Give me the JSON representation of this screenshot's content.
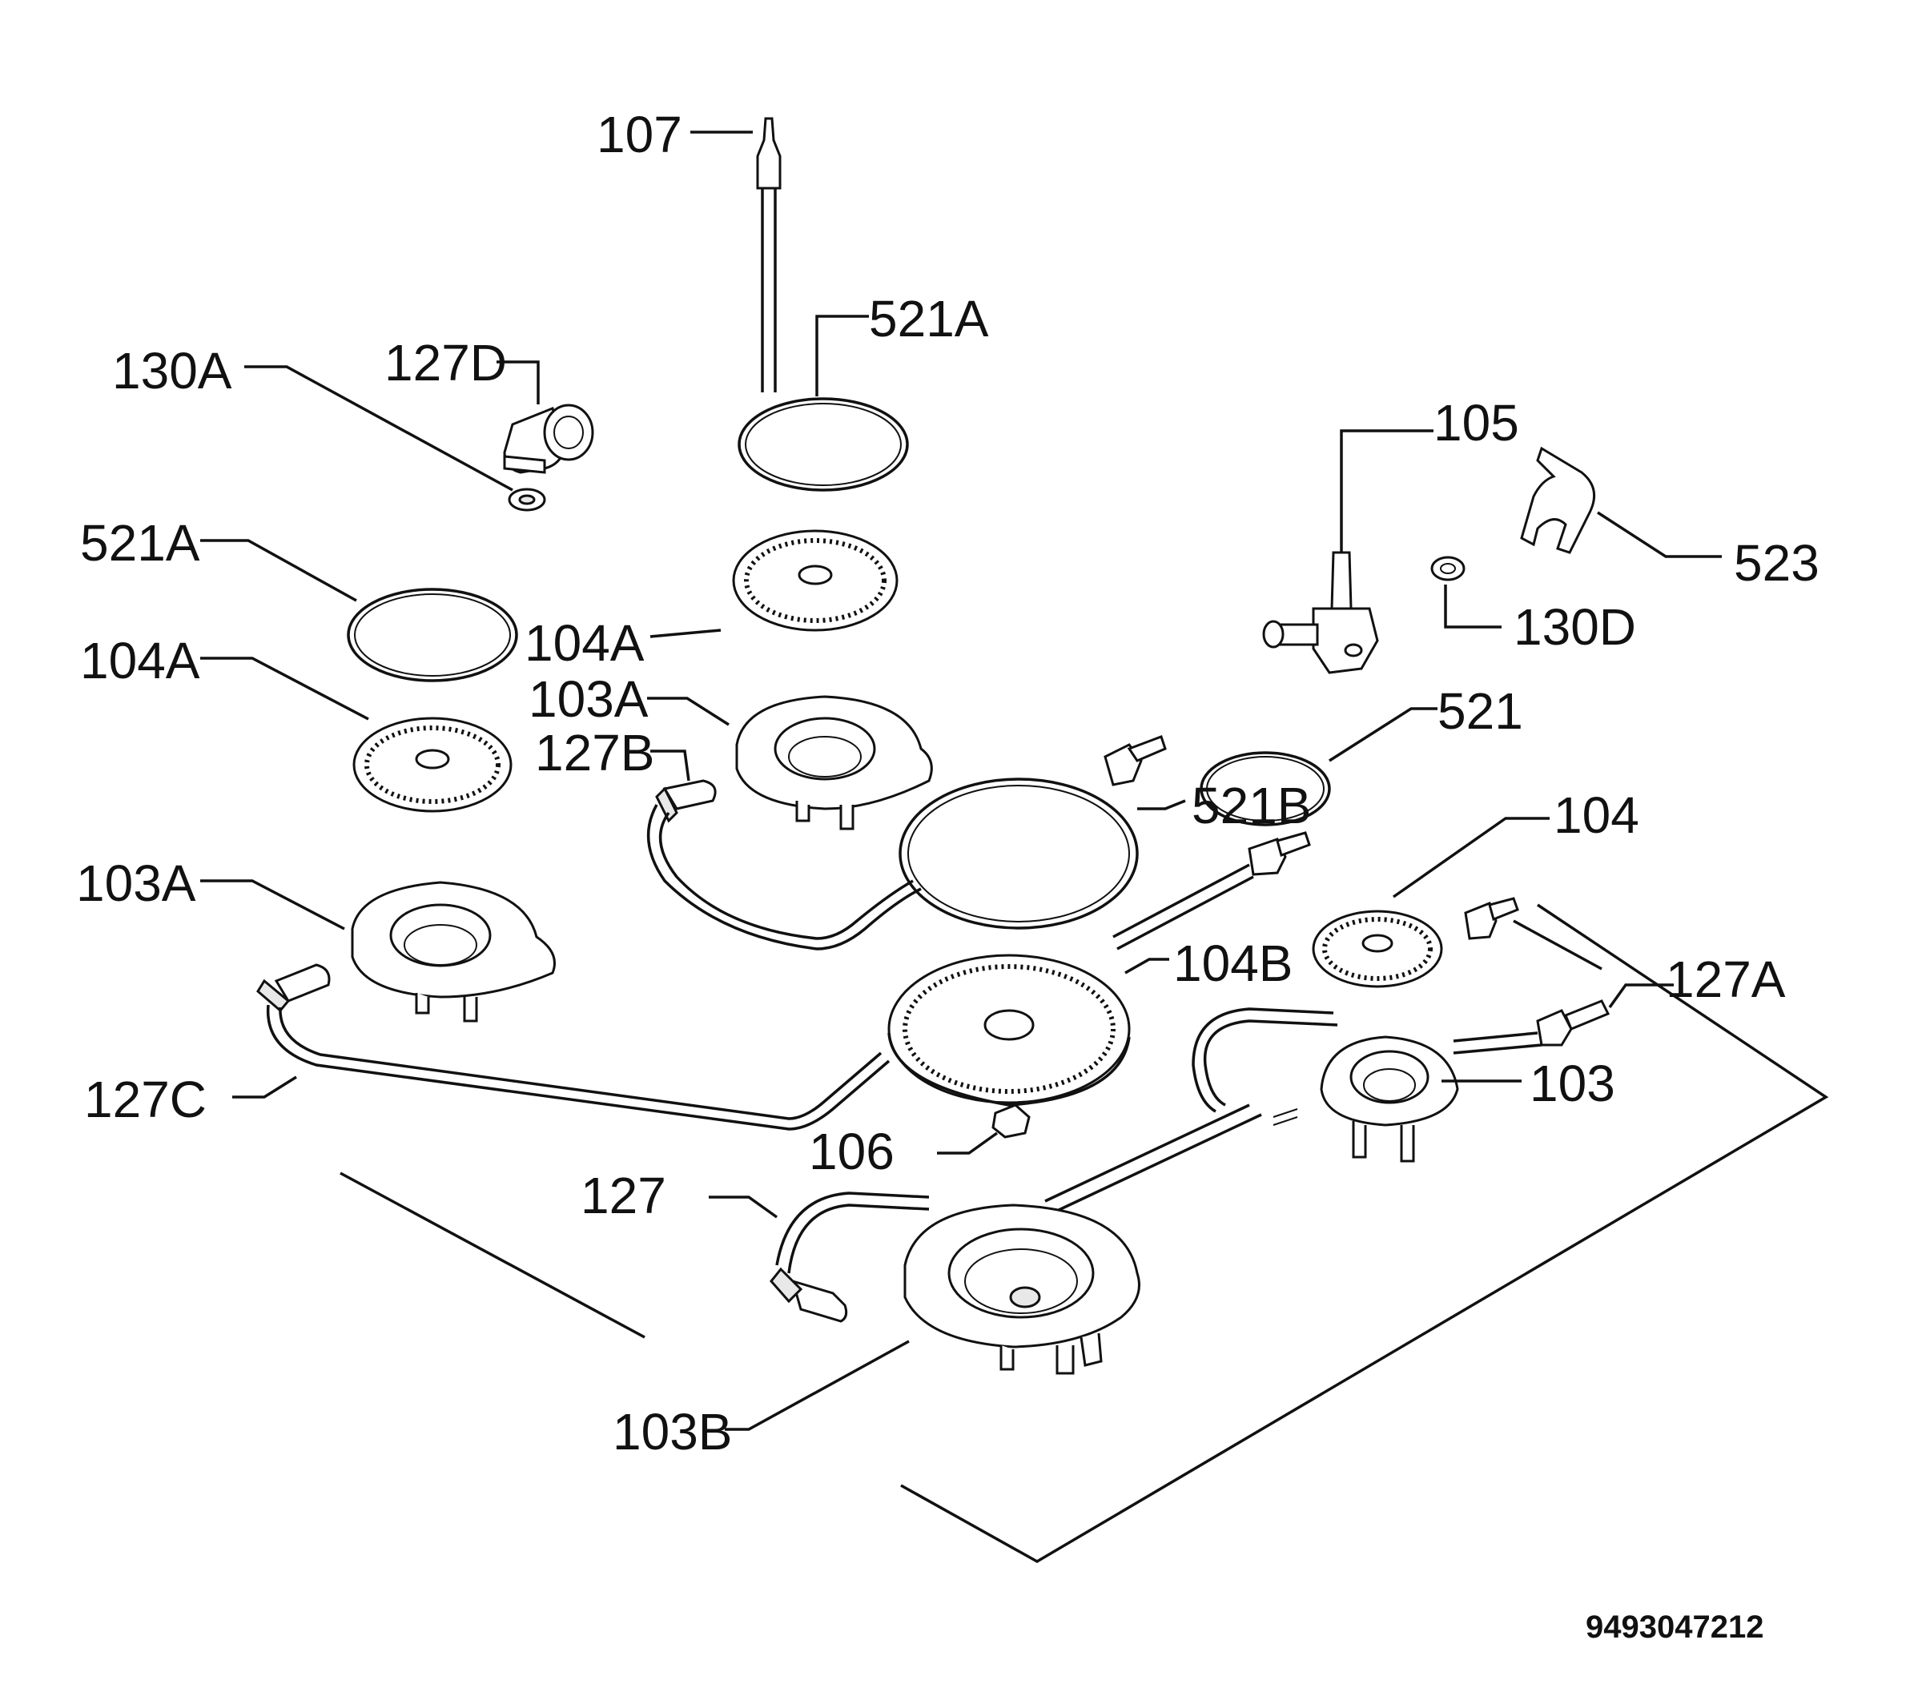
{
  "labels": {
    "l107": "107",
    "l521A_top": "521A",
    "l130A": "130A",
    "l127D": "127D",
    "l521A_left": "521A",
    "l104A_mid": "104A",
    "l104A_left": "104A",
    "l103A_mid": "103A",
    "l127B": "127B",
    "l103A_left": "103A",
    "l105": "105",
    "l523": "523",
    "l130D": "130D",
    "l521": "521",
    "l521B": "521B",
    "l104": "104",
    "l104B": "104B",
    "l127A": "127A",
    "l103": "103",
    "l127C": "127C",
    "l106": "106",
    "l127": "127",
    "l103B": "103B"
  },
  "figure_code": "9493047212"
}
